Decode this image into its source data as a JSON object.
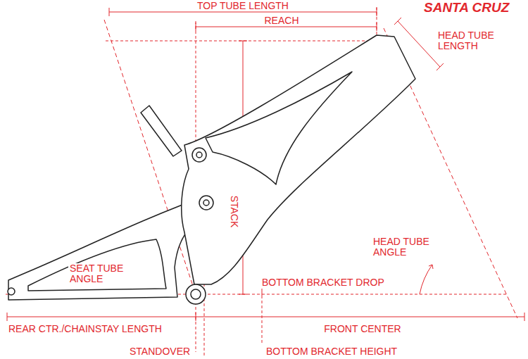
{
  "diagram": {
    "labels": [
      "SANTA CRUZ",
      "TOP TUBE LENGTH",
      "REACH",
      "HEAD TUBE LENGTH",
      "STACK",
      "HEAD TUBE ANGLE",
      "SEAT TUBE ANGLE",
      "BOTTOM BRACKET DROP",
      "REAR CTR./CHAINSTAY LENGTH",
      "FRONT CENTER",
      "STANDOVER",
      "BOTTOM BRACKET HEIGHT"
    ]
  }
}
